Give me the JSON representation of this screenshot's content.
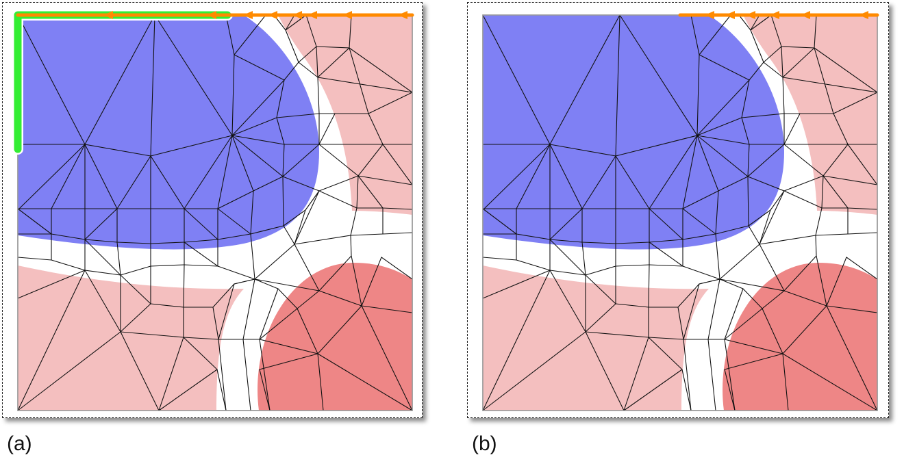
{
  "panels": [
    {
      "label": "(a)",
      "show_green_boundary": true,
      "orange_arrows_fraction_start": 0.0
    },
    {
      "label": "(b)",
      "show_green_boundary": false,
      "orange_arrows_fraction_start": 0.5
    }
  ],
  "colors": {
    "blue_region": "#7f80f4",
    "light_red_region": "#f4bfbf",
    "red_region": "#ee8686",
    "gap_region": "#ffffff",
    "mesh_edge": "#111111",
    "green_boundary": "#33ee33",
    "orange_boundary": "#ff8a00"
  }
}
